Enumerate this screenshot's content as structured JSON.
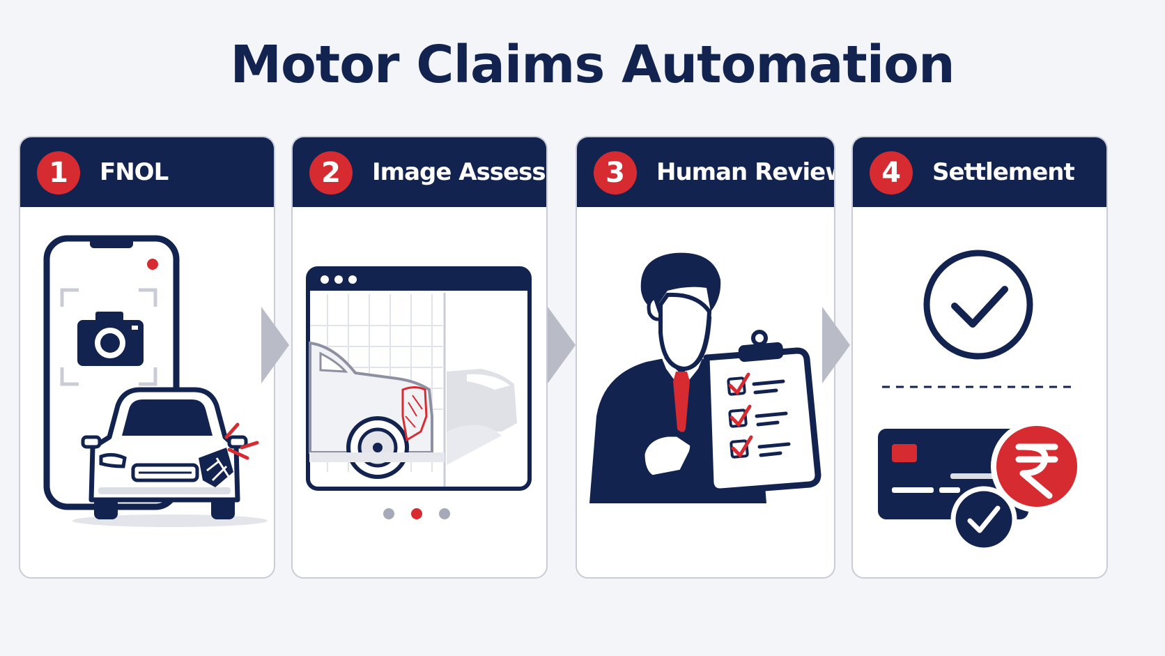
{
  "title": "Motor Claims Automation",
  "steps": [
    {
      "number": "1",
      "label": "FNOL"
    },
    {
      "number": "2",
      "label": "Image Assessment"
    },
    {
      "number": "3",
      "label": "Human Review"
    },
    {
      "number": "4",
      "label": "Settlement"
    }
  ],
  "icons": {
    "step1": [
      "smartphone-icon",
      "camera-icon",
      "damaged-car-icon"
    ],
    "step2": [
      "browser-window-icon",
      "car-damage-scan-icon",
      "carousel-dots"
    ],
    "step3": [
      "reviewer-person-icon",
      "checklist-clipboard-icon"
    ],
    "step4": [
      "check-circle-icon",
      "payment-card-icon",
      "rupee-coin-icon"
    ]
  },
  "colors": {
    "navy": "#13234f",
    "red": "#d62b31",
    "arrow_gray": "#b9bcc6",
    "background": "#f4f5f8"
  }
}
